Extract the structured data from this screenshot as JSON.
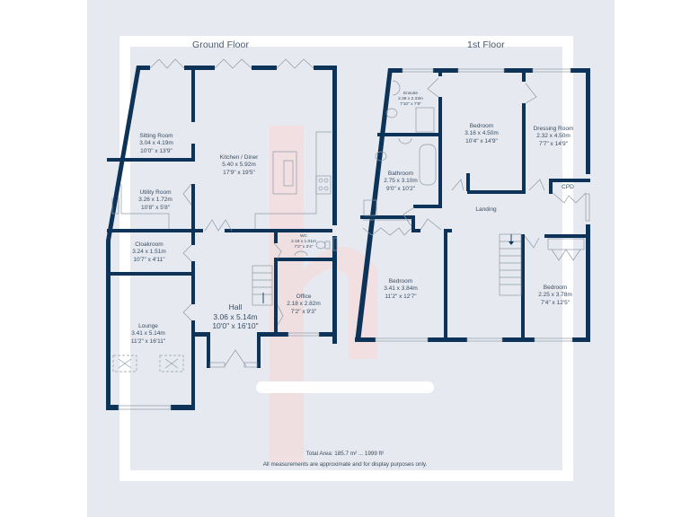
{
  "floors": {
    "ground": {
      "title": "Ground Floor",
      "rooms": [
        {
          "name": "Sitting Room",
          "metric": "3.04 x 4.19m",
          "imperial": "10'0\" x 13'9\""
        },
        {
          "name": "Kitchen / Diner",
          "metric": "5.40 x 5.92m",
          "imperial": "17'9\" x 19'5\""
        },
        {
          "name": "Utility Room",
          "metric": "3.26 x 1.72m",
          "imperial": "10'8\" x 5'8\""
        },
        {
          "name": "Cloakroom",
          "metric": "3.24 x 1.51m",
          "imperial": "10'7\" x 4'11\""
        },
        {
          "name": "WC",
          "metric": "2.18 x 1.01m",
          "imperial": "7'2\" x 3'4\""
        },
        {
          "name": "Office",
          "metric": "2.18 x 2.82m",
          "imperial": "7'2\" x 9'3\""
        },
        {
          "name": "Hall",
          "metric": "3.06 x 5.14m",
          "imperial": "10'0\" x 16'10\""
        },
        {
          "name": "Lounge",
          "metric": "3.41 x 5.14m",
          "imperial": "11'2\" x 16'11\""
        }
      ]
    },
    "first": {
      "title": "1st Floor",
      "rooms": [
        {
          "name": "Ensuite",
          "metric": "2.39 x 2.33m",
          "imperial": "7'10\" x 7'8\""
        },
        {
          "name": "Bedroom",
          "metric": "3.16 x 4.50m",
          "imperial": "10'4\" x 14'9\""
        },
        {
          "name": "Dressing Room",
          "metric": "2.32 x 4.50m",
          "imperial": "7'7\" x 14'9\""
        },
        {
          "name": "Bathroom",
          "metric": "2.75 x 3.10m",
          "imperial": "9'0\" x 10'2\""
        },
        {
          "name": "CPD",
          "metric": "",
          "imperial": ""
        },
        {
          "name": "Landing",
          "metric": "",
          "imperial": ""
        },
        {
          "name": "Bedroom",
          "metric": "3.41 x 3.84m",
          "imperial": "11'2\" x 12'7\""
        },
        {
          "name": "Bedroom",
          "metric": "2.25 x 3.78m",
          "imperial": "7'4\" x 12'5\""
        }
      ]
    }
  },
  "footer": {
    "total_area": "Total Area: 185.7 m² ... 1999 ft²",
    "disclaimer": "All measurements are approximate and for display purposes only."
  },
  "colors": {
    "wall": "#0d3358",
    "background": "#e6e9ef",
    "frame": "#ffffff",
    "watermark": "#f7dede",
    "text": "#3a4d63"
  }
}
